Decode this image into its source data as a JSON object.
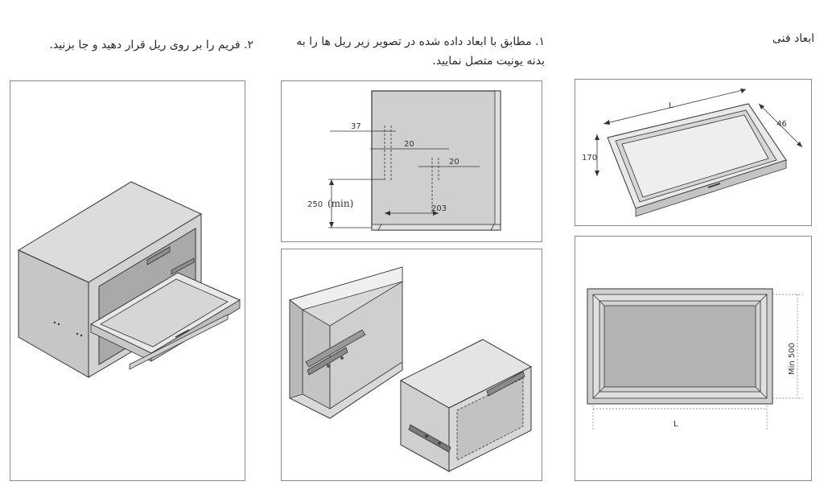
{
  "headings": {
    "technical": "ابعاد فنی",
    "step1_line1": "۱. مطابق با ابعاد داده شده در تصویر زیر ریل ها را به",
    "step1_line2": "بدنه یونیت متصل نمایید.",
    "step2": "۲. فریم را بر روی ریل قرار دهید و جا بزنید."
  },
  "dimension_panel": {
    "d37": "37",
    "d20a": "20",
    "d20b": "20",
    "d250": "250",
    "dmin": "(min)",
    "d203": "203"
  },
  "drawer_panel": {
    "length": "L",
    "depth": "46",
    "height": "170"
  },
  "top_panel": {
    "min_depth": "Min 500",
    "length": "L"
  },
  "colors": {
    "panel_gray": "#cfcfcf",
    "light_gray": "#e6e6e6",
    "line": "#333333",
    "border": "#8a8a8a"
  }
}
